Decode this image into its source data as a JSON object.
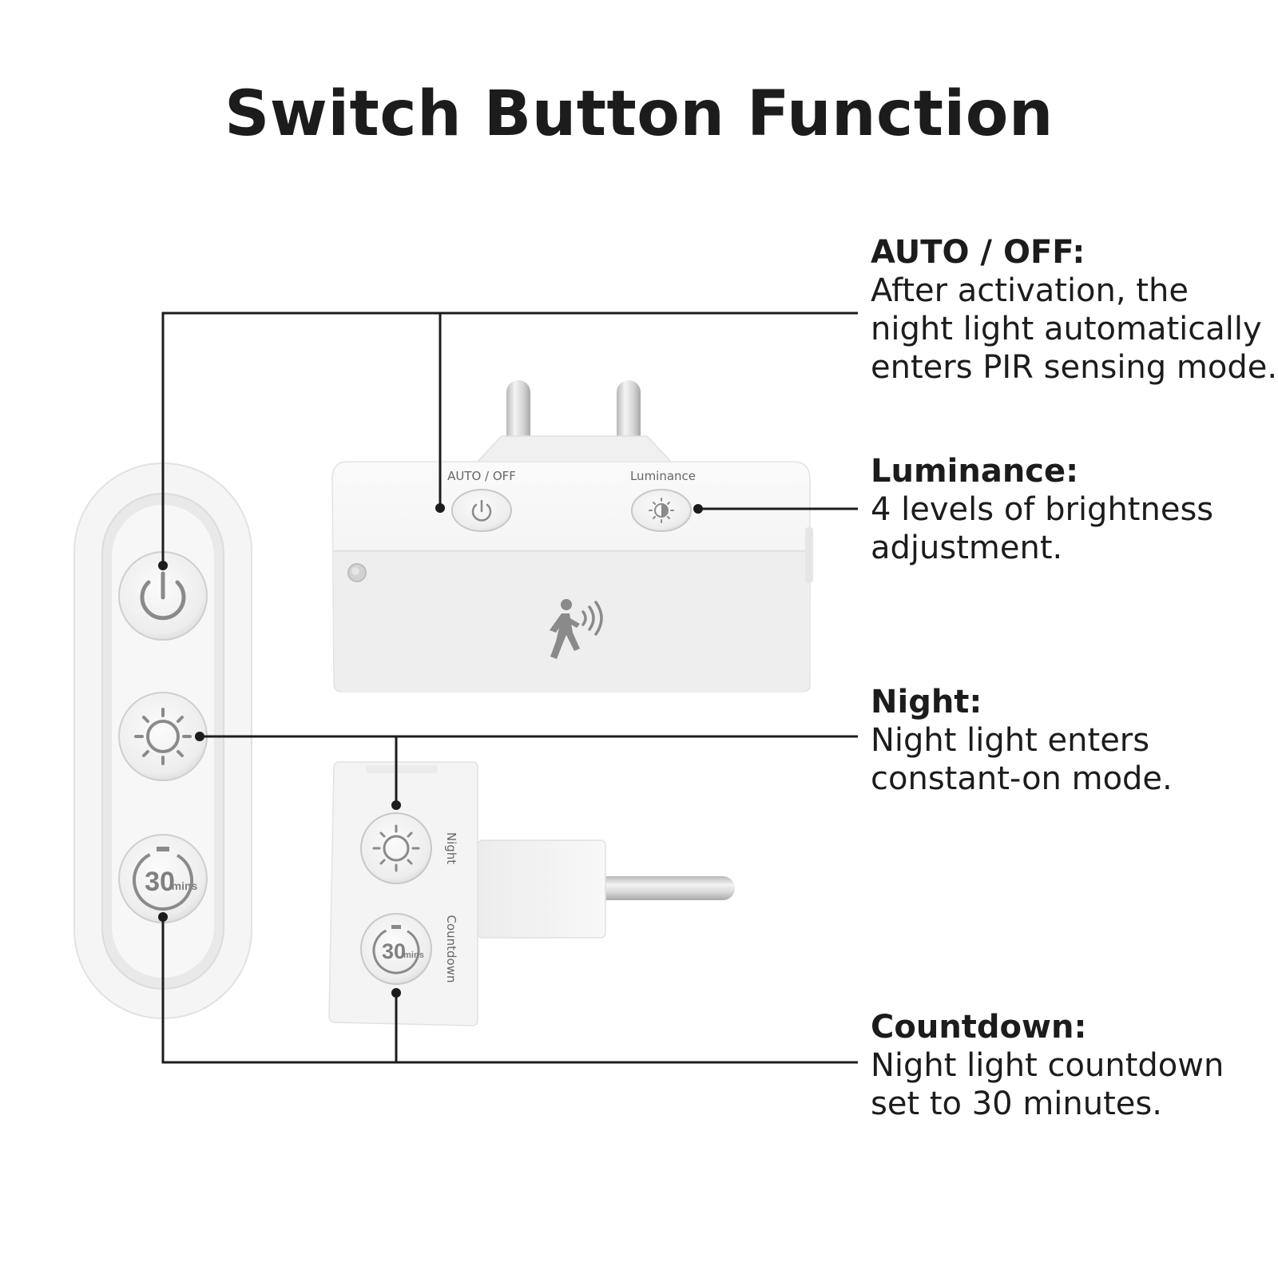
{
  "title": "Switch Button Function",
  "device_labels": {
    "auto_off": "AUTO / OFF",
    "luminance": "Luminance",
    "night": "Night",
    "countdown": "Countdown"
  },
  "timer_badge": {
    "digits": "30",
    "unit": "mins"
  },
  "callouts": [
    {
      "title": "AUTO / OFF:",
      "text": "After activation, the night light automatically enters PIR sensing mode."
    },
    {
      "title": "Luminance:",
      "text": "4 levels of brightness adjustment."
    },
    {
      "title": "Night:",
      "text": "Night light enters constant-on mode."
    },
    {
      "title": "Countdown:",
      "text": "Night light countdown set to 30 minutes."
    }
  ],
  "icons": [
    "power-icon",
    "brightness-icon",
    "sun-icon",
    "timer-icon",
    "motion-sensor-icon"
  ],
  "colors": {
    "text": "#1c1c1c",
    "leader_line": "#1c1c1c",
    "device_body": "#f2f2f2",
    "icon_gray": "#8a8a8a"
  }
}
